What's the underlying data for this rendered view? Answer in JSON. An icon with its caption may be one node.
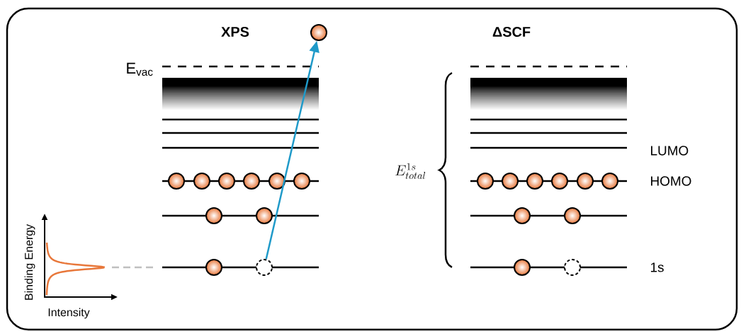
{
  "diagram": {
    "nodes": [
      {
        "text": [],
        "shape": "circle"
      },
      {
        "text": [],
        "shape": "circle"
      },
      {
        "text": [],
        "shape": "circle"
      },
      {
        "text": [],
        "shape": "circle"
      },
      {
        "text": [],
        "shape": "circle"
      },
      {
        "text": [],
        "shape": "circle"
      },
      {
        "text": [],
        "shape": "circle"
      },
      {
        "text": [],
        "shape": "circle"
      },
      {
        "text": [],
        "shape": "circle"
      },
      {
        "text": [],
        "shape": "circle"
      },
      {
        "text": [],
        "shape": "circle"
      },
      {
        "text": [],
        "shape": "circle"
      },
      {
        "text": [],
        "shape": "circle"
      },
      {
        "text": [],
        "shape": "circle"
      },
      {
        "text": [],
        "shape": "circle"
      },
      {
        "text": [],
        "shape": "circle"
      },
      {
        "text": [],
        "shape": "circle"
      },
      {
        "text": [],
        "shape": "circle"
      },
      {
        "text": [],
        "shape": "circle"
      },
      {
        "text": [],
        "shape": "circle"
      },
      {
        "text": [],
        "shape": "circle"
      }
    ],
    "edges": [
      {
        "from": 18,
        "to": 0,
        "arrow": "to",
        "color": "#1f9ac9"
      }
    ],
    "labels": [
      "XPS",
      "E$_{vac}$",
      "ΔSCF",
      "E^{1s}_{total}",
      "LUMO",
      "HOMO",
      "1s",
      "Binding Energy",
      "Intensity"
    ]
  }
}
